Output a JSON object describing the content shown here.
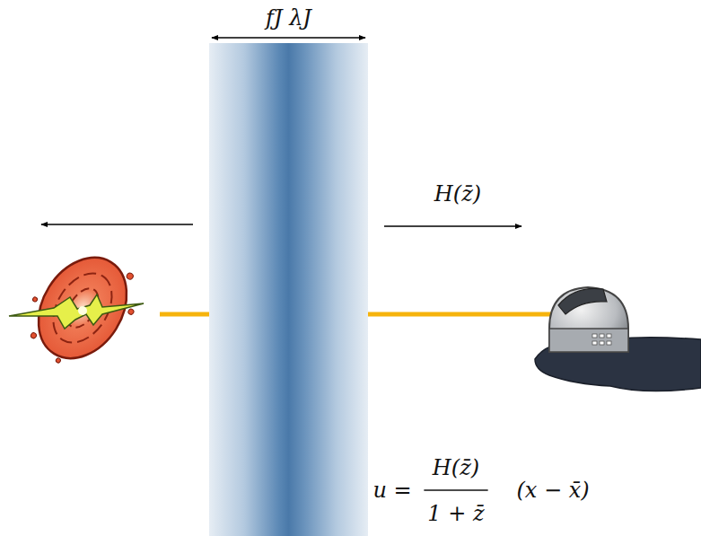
{
  "diagram": {
    "nodes": [
      {
        "text": [
          "fJ λJ"
        ]
      }
    ],
    "labels": [
      "H(z̄)",
      "u =",
      "H(z̄)",
      "1 + z̄",
      "(x − x̄)"
    ]
  }
}
